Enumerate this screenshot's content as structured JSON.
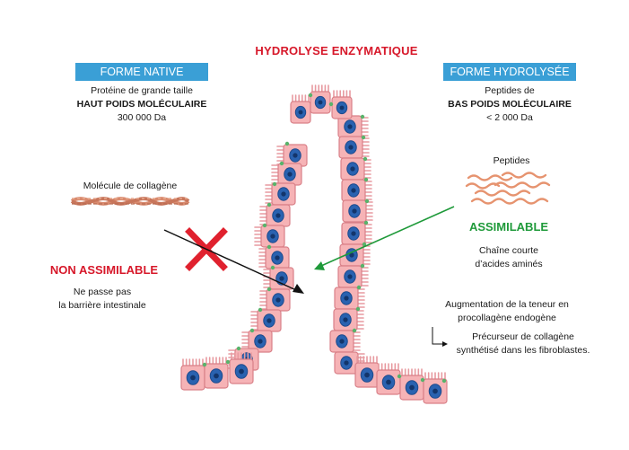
{
  "title": "HYDROLYSE ENZYMATIQUE",
  "left": {
    "banner": "FORME NATIVE",
    "line1": "Protéine de grande taille",
    "line2": "HAUT POIDS MOLÉCULAIRE",
    "line3": "300 000 Da",
    "molecule_label": "Molécule de collagène",
    "verdict": "NON ASSIMILABLE",
    "note1": "Ne passe pas",
    "note2": "la barrière intestinale"
  },
  "right": {
    "banner": "FORME HYDROLYSÉE",
    "line1": "Peptides de",
    "line2": "BAS POIDS MOLÉCULAIRE",
    "line3": "< 2 000 Da",
    "peptides_label": "Peptides",
    "verdict": "ASSIMILABLE",
    "note1": "Chaîne courte",
    "note2": "d’acides aminés",
    "effect1": "Augmentation de la teneur en",
    "effect2": "procollagène endogène",
    "effect3": "Précurseur de collagène",
    "effect4": "synthétisé dans les fibroblastes."
  },
  "colors": {
    "red": "#d7182a",
    "green": "#1f9a3a",
    "banner": "#3a9fd6",
    "cell": "#f6b3b6",
    "nucleus": "#2a62b0"
  }
}
